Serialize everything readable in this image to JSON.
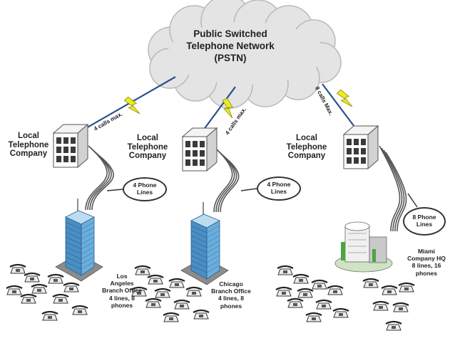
{
  "cloud": {
    "line1": "Public Switched",
    "line2": "Telephone Network",
    "line3": "(PSTN)"
  },
  "companies": [
    {
      "line1": "Local",
      "line2": "Telephone",
      "line3": "Company"
    },
    {
      "line1": "Local",
      "line2": "Telephone",
      "line3": "Company"
    },
    {
      "line1": "Local",
      "line2": "Telephone",
      "line3": "Company"
    }
  ],
  "links": [
    {
      "label": "4 calls max."
    },
    {
      "label": "4 calls max."
    },
    {
      "label": "8 calls Max."
    }
  ],
  "bubbles": [
    {
      "line1": "4 Phone",
      "line2": "Lines"
    },
    {
      "line1": "4 Phone",
      "line2": "Lines"
    },
    {
      "line1": "8 Phone",
      "line2": "Lines"
    }
  ],
  "offices": [
    {
      "line1": "Los",
      "line2": "Angeles",
      "line3": "Branch Office",
      "line4": "4 lines, 8",
      "line5": "phones"
    },
    {
      "line1": "Chicago",
      "line2": "Branch Office",
      "line3": "4 lines, 8",
      "line4": "phones"
    },
    {
      "line1": "Miami",
      "line2": "Company HQ",
      "line3": "8 lines, 16",
      "line4": "phones"
    }
  ],
  "colors": {
    "cloud": "#e4e4e4",
    "bolt": "#ecec1e",
    "link_line": "#2a4f8f",
    "building": "#4a8fc4",
    "wires": "#555555"
  }
}
